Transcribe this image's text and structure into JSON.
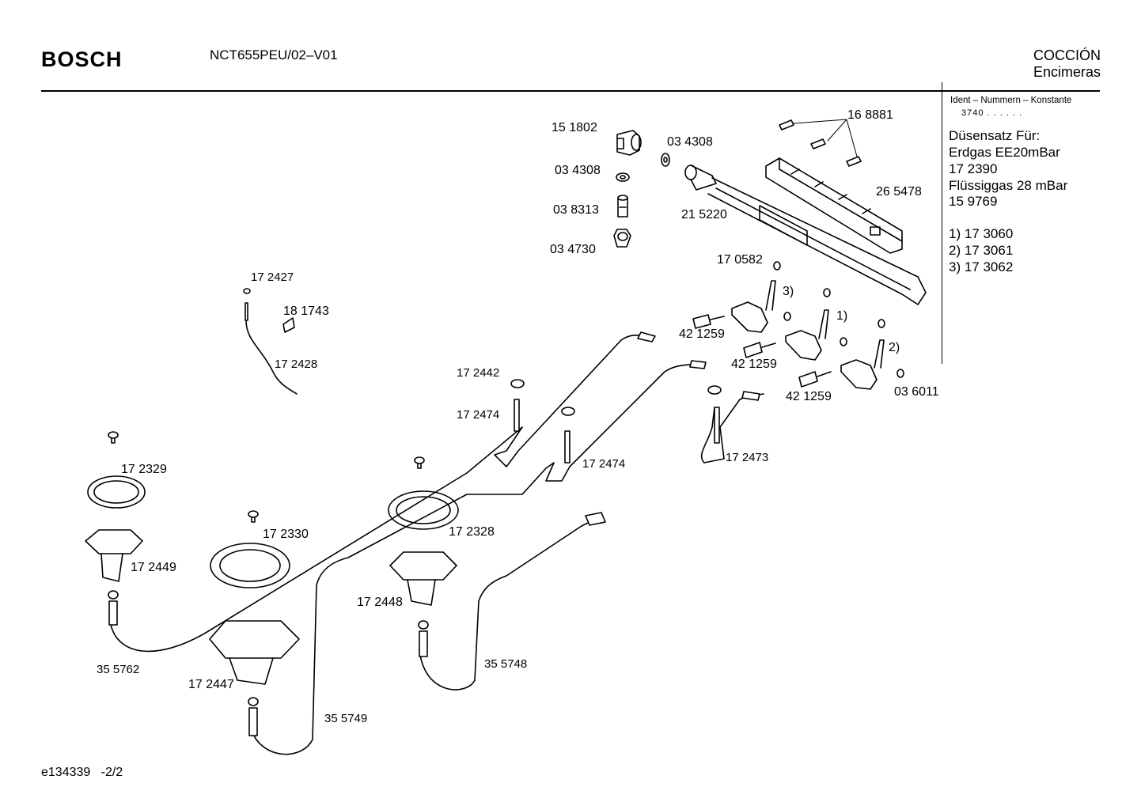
{
  "header": {
    "brand": "BOSCH",
    "model": "NCT655PEU/02–V01",
    "category": "COCCIÓN",
    "subcategory": "Encimeras"
  },
  "sidebar": {
    "ident_label": "Ident – Nummern – Konstante",
    "ident_value": "3740 . . . . . .",
    "lines": [
      "Düsensatz Für:",
      "Erdgas EE20mBar",
      "17 2390",
      "Flüssiggas 28 mBar",
      "15 9769",
      "",
      "1) 17 3060",
      "2) 17 3061",
      "3) 17 3062"
    ]
  },
  "parts": {
    "p151802": "15 1802",
    "p034308a": "03 4308",
    "p034308b": "03 4308",
    "p038313": "03 8313",
    "p034730": "03 4730",
    "p168881": "16 8881",
    "p265478": "26 5478",
    "p215220": "21 5220",
    "p170582": "17 0582",
    "m3": "3)",
    "m1": "1)",
    "m2": "2)",
    "p421259a": "42 1259",
    "p421259b": "42 1259",
    "p421259c": "42 1259",
    "p036011": "03 6011",
    "p172427": "17 2427",
    "p181743": "18 1743",
    "p172428": "17 2428",
    "p172442": "17 2442",
    "p172474a": "17 2474",
    "p172474b": "17 2474",
    "p172473": "17 2473",
    "p172329": "17 2329",
    "p172330": "17 2330",
    "p172328": "17 2328",
    "p172449": "17 2449",
    "p172448": "17 2448",
    "p172447": "17 2447",
    "p355762": "35 5762",
    "p355749": "35 5749",
    "p355748": "35 5748"
  },
  "footer": "e134339   -2/2"
}
